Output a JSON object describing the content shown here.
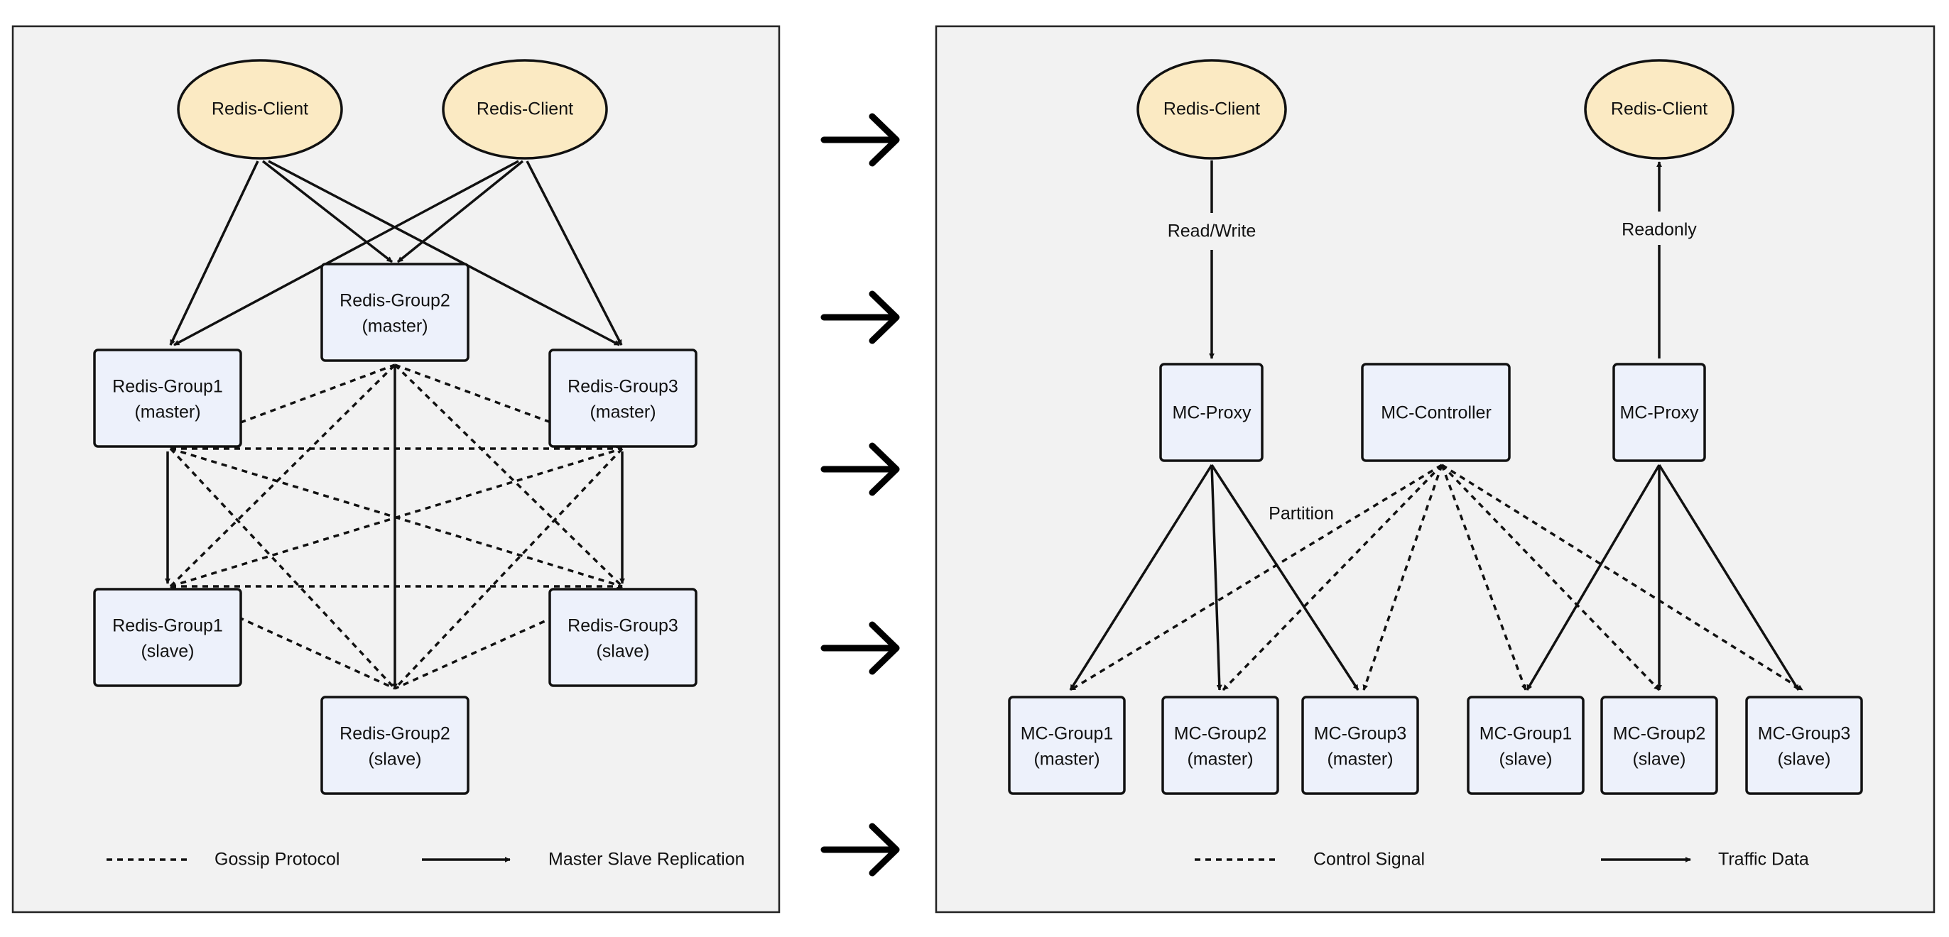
{
  "left": {
    "clients": [
      "Redis-Client",
      "Redis-Client"
    ],
    "nodes": {
      "g2m": [
        "Redis-Group2",
        "(master)"
      ],
      "g1m": [
        "Redis-Group1",
        "(master)"
      ],
      "g3m": [
        "Redis-Group3",
        "(master)"
      ],
      "g1s": [
        "Redis-Group1",
        "(slave)"
      ],
      "g3s": [
        "Redis-Group3",
        "(slave)"
      ],
      "g2s": [
        "Redis-Group2",
        "(slave)"
      ]
    },
    "legend": {
      "dashed": "Gossip Protocol",
      "solid": "Master Slave Replication"
    }
  },
  "right": {
    "clients": [
      "Redis-Client",
      "Redis-Client"
    ],
    "edge_labels": {
      "read_write": "Read/Write",
      "readonly": "Readonly",
      "partition": "Partition"
    },
    "middle": {
      "proxy_left": "MC-Proxy",
      "controller": "MC-Controller",
      "proxy_right": "MC-Proxy"
    },
    "groups": [
      [
        "MC-Group1",
        "(master)"
      ],
      [
        "MC-Group2",
        "(master)"
      ],
      [
        "MC-Group3",
        "(master)"
      ],
      [
        "MC-Group1",
        "(slave)"
      ],
      [
        "MC-Group2",
        "(slave)"
      ],
      [
        "MC-Group3",
        "(slave)"
      ]
    ],
    "legend": {
      "dashed": "Control Signal",
      "solid": "Traffic Data"
    }
  }
}
